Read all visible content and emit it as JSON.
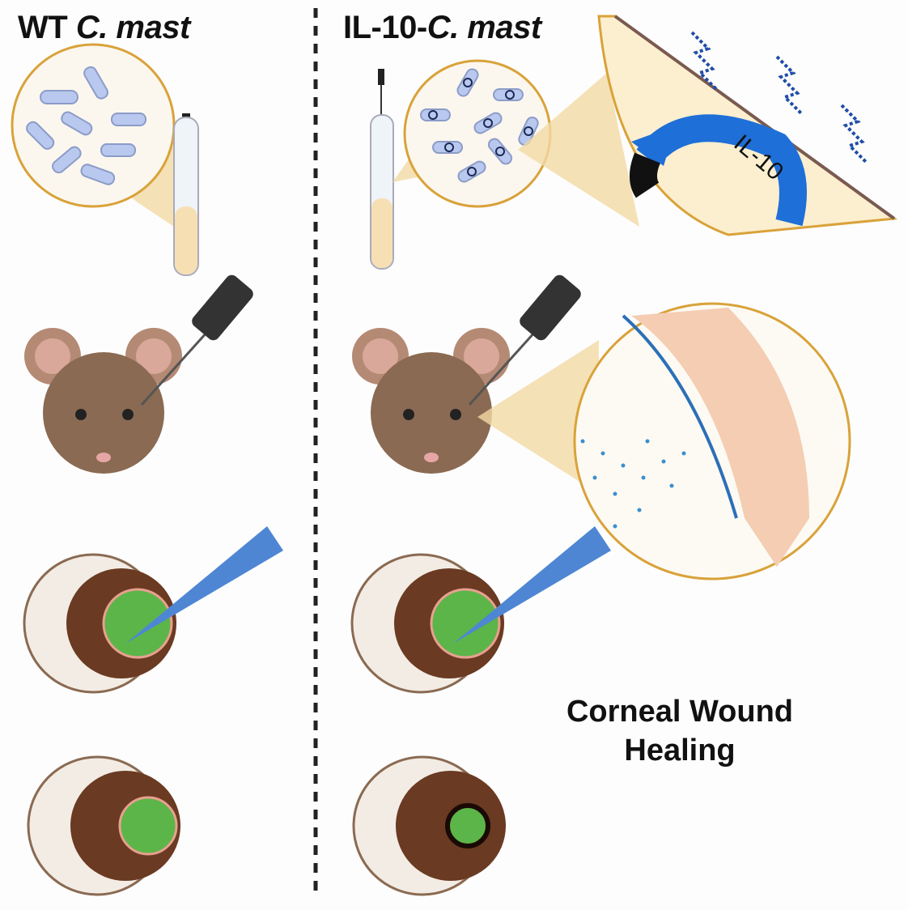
{
  "panels": {
    "left": {
      "title_prefix": "WT ",
      "title_italic": "C. mast"
    },
    "right": {
      "title_prefix": "IL-10-",
      "title_italic": "C. mast"
    }
  },
  "plasmid_label": "IL-10",
  "outcome": {
    "line1": "Corneal Wound",
    "line2": "Healing"
  },
  "colors": {
    "bacteria": "#b9c8ee",
    "tube_liquid": "#f7dfb4",
    "zoom_border": "#d9a23a",
    "mouse_fur": "#8a6a52",
    "eye_brown": "#6a3a22",
    "wound_green": "#5cb548",
    "plasmid_blue": "#1f6fd8",
    "pipette_blue": "#4f86d4"
  }
}
